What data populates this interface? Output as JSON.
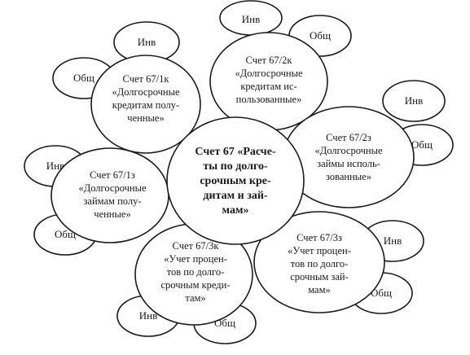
{
  "center": {
    "lines": [
      "Счет 67 «Расче-",
      "ты по долго-",
      "срочным кре-",
      "дитам и зай-",
      "мам»"
    ]
  },
  "nodes": [
    {
      "id": "67-1k",
      "lines": [
        "Счет 67/1к",
        "«Долгосрочные",
        "кредитам полу-",
        "ченные»"
      ],
      "tags": [
        "Инв",
        "Общ"
      ]
    },
    {
      "id": "67-2k",
      "lines": [
        "Счет 67/2к",
        "«Долгосрочные",
        "кредитам ис-",
        "пользованные»"
      ],
      "tags": [
        "Инв",
        "Общ"
      ]
    },
    {
      "id": "67-2z",
      "lines": [
        "Счет 67/2з",
        "«Долгосрочные",
        "займы исполь-",
        "зованные»"
      ],
      "tags": [
        "Инв",
        "Общ"
      ]
    },
    {
      "id": "67-1z",
      "lines": [
        "Счет 67/1з",
        "«Долгосрочные",
        "займам полу-",
        "ченные»"
      ],
      "tags": [
        "Инв",
        "Общ"
      ]
    },
    {
      "id": "67-3k",
      "lines": [
        "Счет 67/3к",
        "«Учет процен-",
        "тов по долго-",
        "срочным креди-",
        "там»"
      ],
      "tags": [
        "Инв",
        "Общ"
      ]
    },
    {
      "id": "67-3z",
      "lines": [
        "Счет 67/3з",
        "«Учет процен-",
        "тов по долго-",
        "срочным зай-",
        "мам»"
      ],
      "tags": [
        "Инв",
        "Общ"
      ]
    }
  ]
}
